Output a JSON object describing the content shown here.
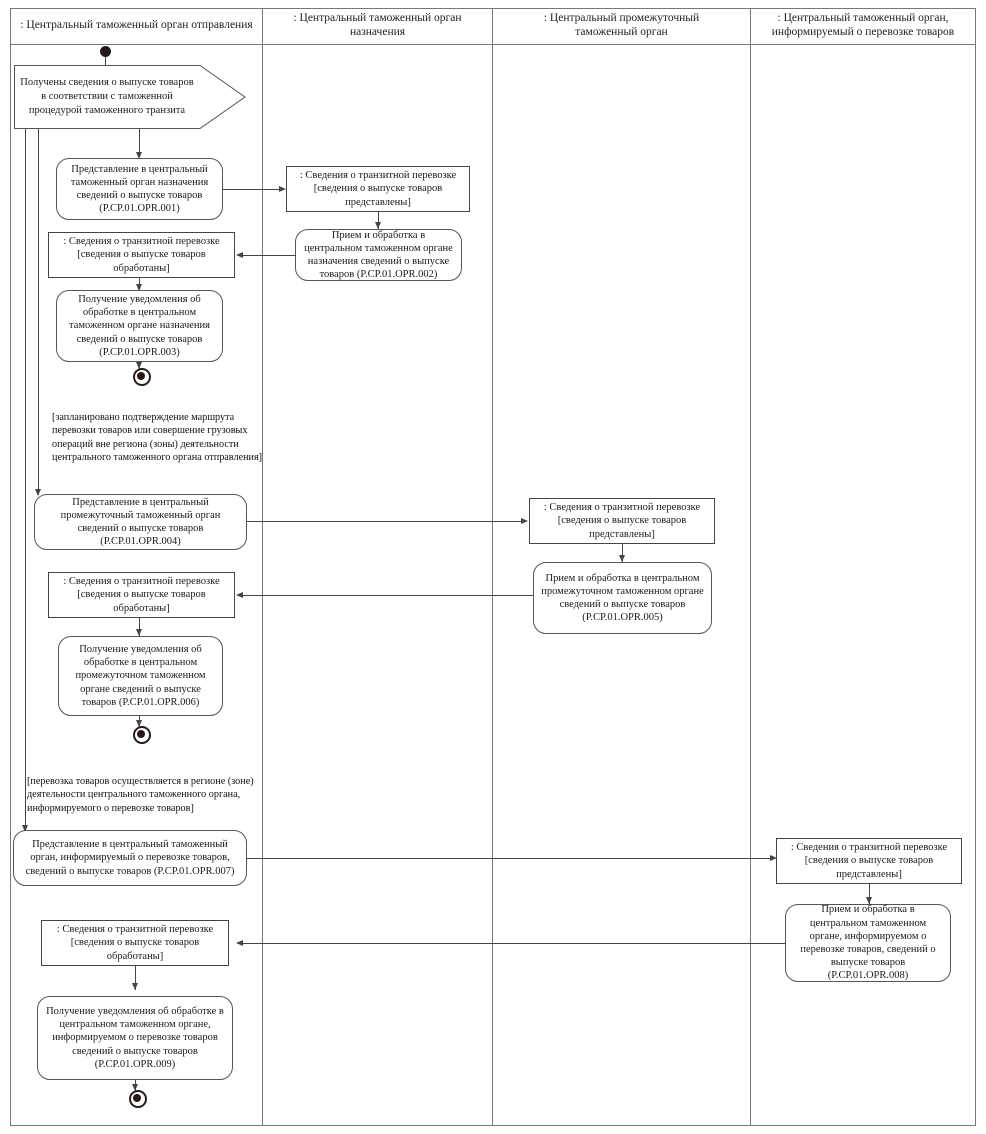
{
  "diagram": {
    "type": "uml-activity-swimlane",
    "lanes": [
      {
        "title": ": Центральный таможенный орган отправления"
      },
      {
        "title": ": Центральный таможенный орган назначения"
      },
      {
        "title": ": Центральный промежуточный\nтаможенный орган"
      },
      {
        "title": ": Центральный таможенный орган,\nинформируемый о перевозке товаров"
      }
    ],
    "nodes": {
      "signal_start": "Получены сведения о выпуске товаров  в соответствии с таможенной процедурой таможенного транзита",
      "opr001": "Представление в центральный таможенный орган назначения сведений о выпуске товаров (P.CP.01.OPR.001)",
      "obj_presented_1": ": Сведения о транзитной перевозке [сведения о выпуске товаров представлены]",
      "opr002": "Прием и обработка в центральном таможенном органе назначения сведений о выпуске товаров (P.CP.01.OPR.002)",
      "obj_processed_1": ": Сведения о транзитной перевозке [сведения о выпуске товаров обработаны]",
      "opr003": "Получение уведомления об обработке в центральном таможенном органе назначения сведений о выпуске товаров (P.CP.01.OPR.003)",
      "guard_1": "[запланировано подтверждение маршрута перевозки товаров или совершение грузовых операций  вне региона (зоны) деятельности центрального таможенного органа отправления]",
      "opr004": "Представление  в центральный промежуточный таможенный орган сведений о выпуске товаров (P.CP.01.OPR.004)",
      "obj_presented_2": ": Сведения о транзитной перевозке [сведения о выпуске товаров представлены]",
      "opr005": "Прием и обработка в центральном промежуточном таможенном органе сведений о выпуске товаров (P.CP.01.OPR.005)",
      "obj_processed_2": ": Сведения о транзитной перевозке [сведения о выпуске товаров обработаны]",
      "opr006": "Получение уведомления об обработке в центральном промежуточном таможенном органе сведений о выпуске товаров (P.CP.01.OPR.006)",
      "guard_2": "[перевозка товаров осуществляется в регионе (зоне) деятельности центрального таможенного органа, информируемого о перевозке товаров]",
      "opr007": "Представление в центральный таможенный орган, информируемый о перевозке товаров, сведений о выпуске товаров (P.CP.01.OPR.007)",
      "obj_presented_3": ": Сведения о транзитной перевозке [сведения о выпуске товаров представлены]",
      "opr008": "Прием и обработка в центральном таможенном органе, информируемом о перевозке товаров, сведений о выпуске товаров (P.CP.01.OPR.008)",
      "obj_processed_3": ": Сведения о транзитной перевозке [сведения о выпуске товаров обработаны]",
      "opr009": "Получение уведомления об обработке в центральном таможенном органе, информируемом о перевозке товаров сведений о выпуске товаров (P.CP.01.OPR.009)"
    },
    "colors": {
      "line": "#444444",
      "frame": "#777777",
      "node_fill": "#ffffff",
      "initial_node": "#241a1a",
      "text": "#1a1a1a"
    }
  }
}
